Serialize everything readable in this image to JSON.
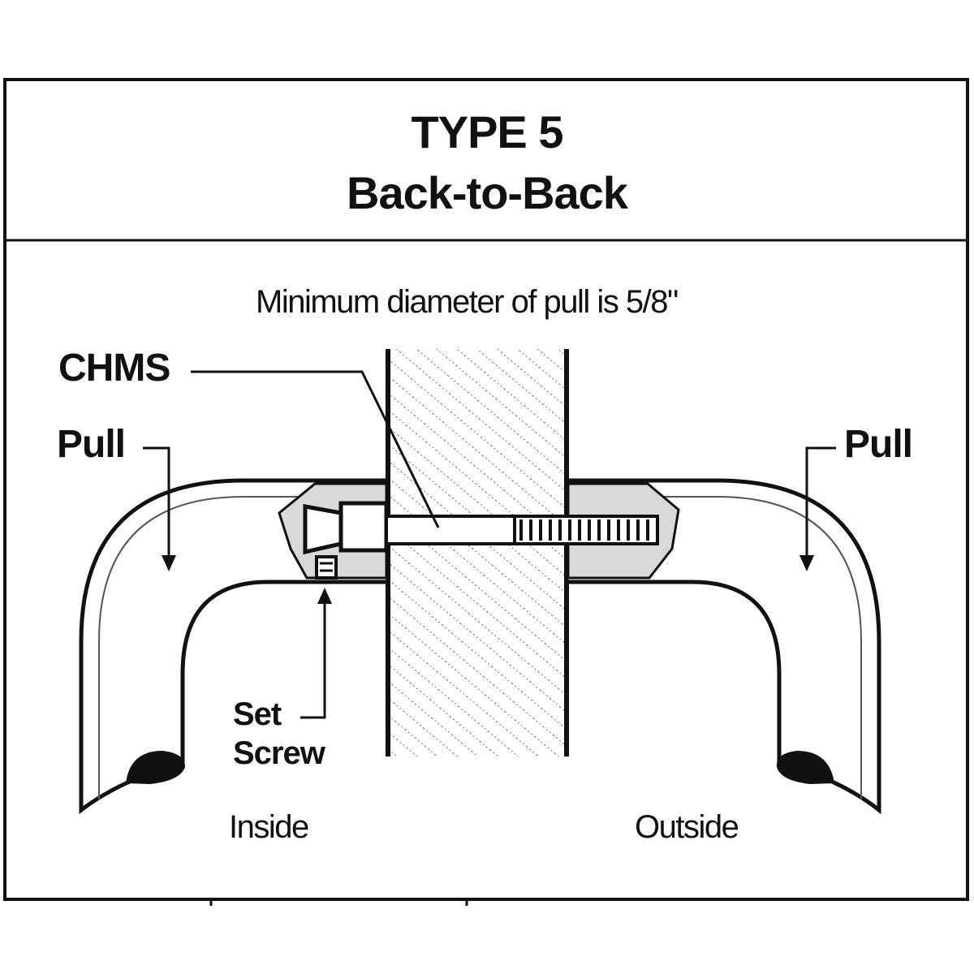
{
  "header": {
    "title_line1": "TYPE 5",
    "title_line2": "Back-to-Back"
  },
  "diagram": {
    "note": "Minimum diameter of pull is 5/8\"",
    "labels": {
      "chms": "CHMS",
      "pull_left": "Pull",
      "pull_right": "Pull",
      "set_screw_line1": "Set",
      "set_screw_line2": "Screw",
      "inside": "Inside",
      "outside": "Outside"
    },
    "colors": {
      "line": "#111111",
      "fill_gray": "#d9d9d9",
      "background": "#ffffff"
    }
  }
}
